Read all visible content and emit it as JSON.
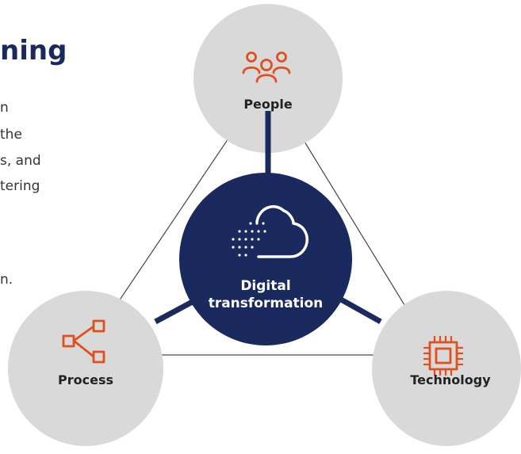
{
  "heading": "ning",
  "fragments": [
    "n",
    "the",
    "s, and",
    "tering",
    "n."
  ],
  "diagram": {
    "center_lines": [
      "Digital",
      "transformation"
    ],
    "nodes": [
      {
        "label": "People",
        "icon": "people-icon"
      },
      {
        "label": "Process",
        "icon": "process-icon"
      },
      {
        "label": "Technology",
        "icon": "chip-icon"
      }
    ]
  },
  "colors": {
    "heading": "#1b2a5e",
    "center": "#1b2a5e",
    "node_fill": "#d9d9d9",
    "connector": "#1b2a5e",
    "icon_accent": "#e0501e",
    "triangle_line": "#444444"
  }
}
